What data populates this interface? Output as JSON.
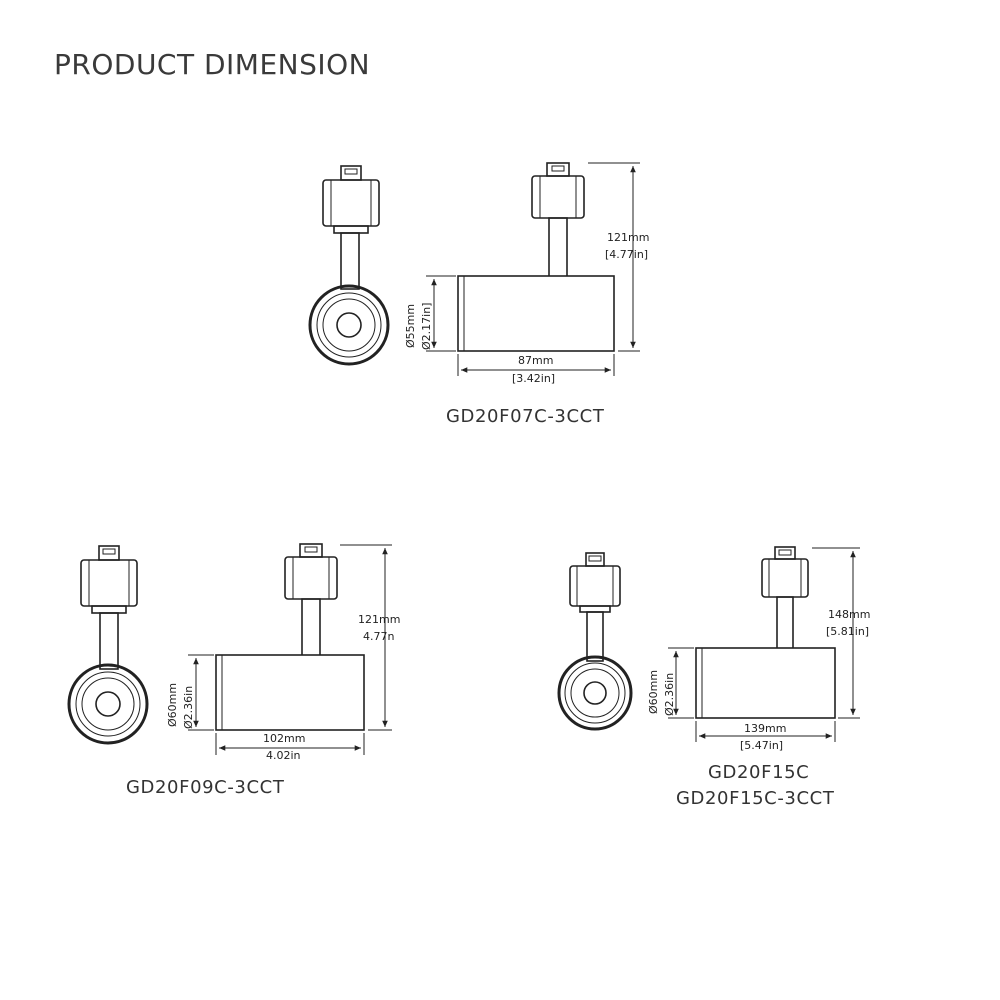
{
  "title": "PRODUCT DIMENSION",
  "products": [
    {
      "models": [
        "GD20F07C-3CCT"
      ],
      "height_mm": "121mm",
      "height_in": "[4.77in]",
      "diameter_mm": "Ø55mm",
      "diameter_in": "Ø2.17in]",
      "length_mm": "87mm",
      "length_in": "[3.42in]"
    },
    {
      "models": [
        "GD20F09C-3CCT"
      ],
      "height_mm": "121mm",
      "height_in": "4.77n",
      "diameter_mm": "Ø60mm",
      "diameter_in": "Ø2.36in",
      "length_mm": "102mm",
      "length_in": "4.02in"
    },
    {
      "models": [
        "GD20F15C",
        "GD20F15C-3CCT"
      ],
      "height_mm": "148mm",
      "height_in": "[5.81in]",
      "diameter_mm": "Ø60mm",
      "diameter_in": "Ø2.36in",
      "length_mm": "139mm",
      "length_in": "[5.47in]"
    }
  ]
}
